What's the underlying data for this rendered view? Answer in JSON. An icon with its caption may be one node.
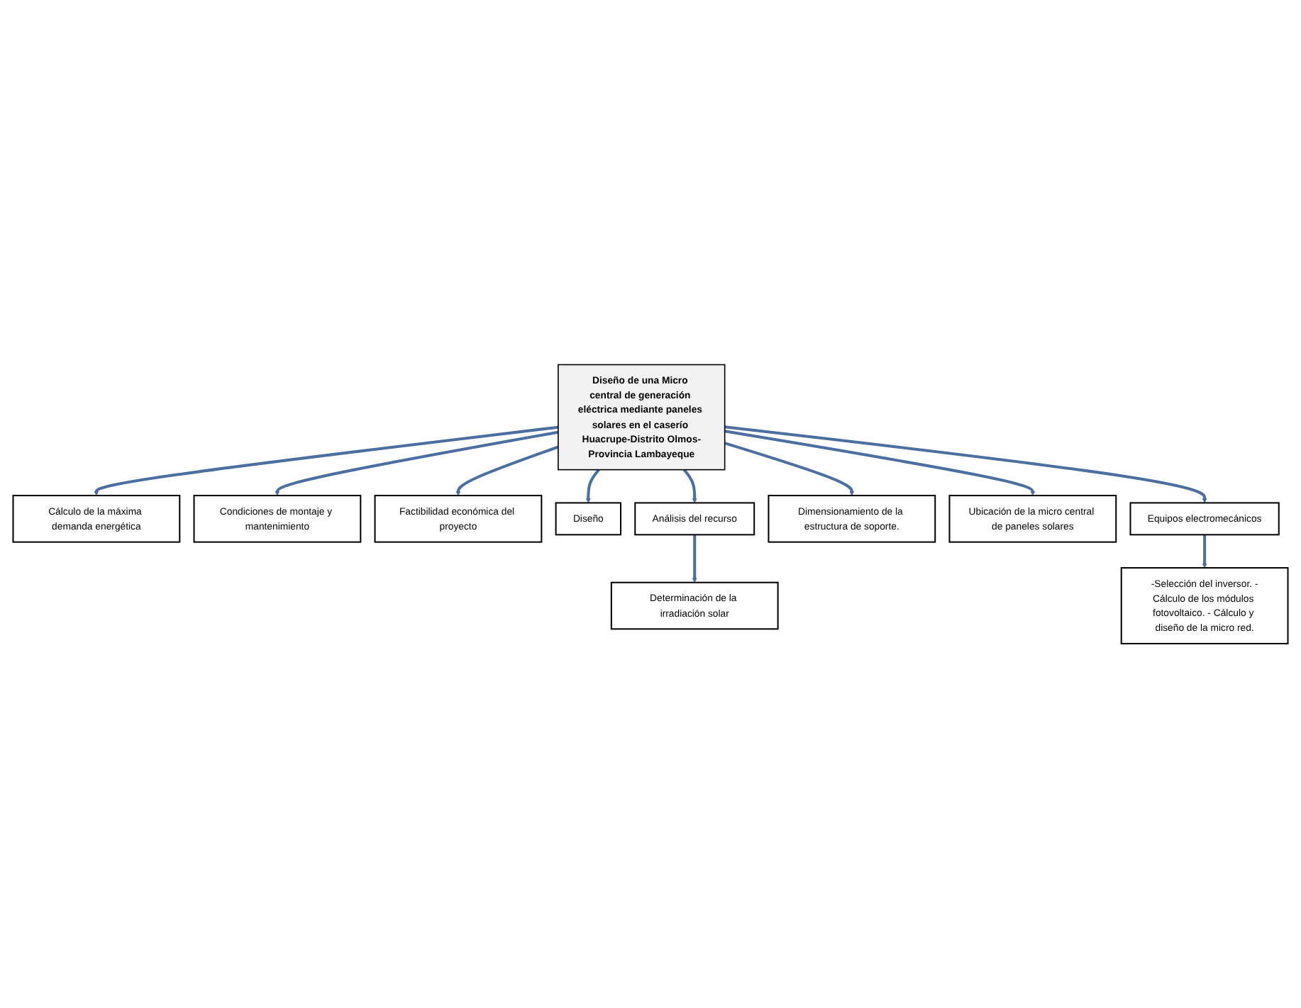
{
  "diagram": {
    "nodes": [
      {
        "text": [
          "Diseño de una Micro central de generación eléctrica mediante paneles solares en el caserío Huacrupe-Distrito Olmos-Provincia Lambayeque"
        ]
      },
      {
        "text": [
          "Cálculo de la máxima demanda energética"
        ]
      },
      {
        "text": [
          "Condiciones de montaje y mantenimiento"
        ]
      },
      {
        "text": [
          "Factibilidad económica del proyecto"
        ]
      },
      {
        "text": [
          "Diseño"
        ]
      },
      {
        "text": [
          "Análisis del recurso"
        ]
      },
      {
        "text": [
          "Determinación de la irradiación solar"
        ]
      },
      {
        "text": [
          "Dimensionamiento de la estructura de soporte."
        ]
      },
      {
        "text": [
          "Ubicación de la micro central de paneles solares"
        ]
      },
      {
        "text": [
          "Equipos electromecánicos"
        ]
      },
      {
        "text": [
          "-Selección del inversor. -Cálculo de los módulos fotovoltaico. - Cálculo y diseño de la micro red."
        ]
      }
    ],
    "edges": [
      {
        "from": 0,
        "to": 1,
        "arrow": "to"
      },
      {
        "from": 0,
        "to": 2,
        "arrow": "to"
      },
      {
        "from": 0,
        "to": 3,
        "arrow": "to"
      },
      {
        "from": 0,
        "to": 4,
        "arrow": "to"
      },
      {
        "from": 0,
        "to": 5,
        "arrow": "to"
      },
      {
        "from": 5,
        "to": 6,
        "arrow": "to"
      },
      {
        "from": 0,
        "to": 7,
        "arrow": "to"
      },
      {
        "from": 0,
        "to": 8,
        "arrow": "to"
      },
      {
        "from": 0,
        "to": 9,
        "arrow": "to"
      },
      {
        "from": 9,
        "to": 10,
        "arrow": "to"
      }
    ]
  }
}
